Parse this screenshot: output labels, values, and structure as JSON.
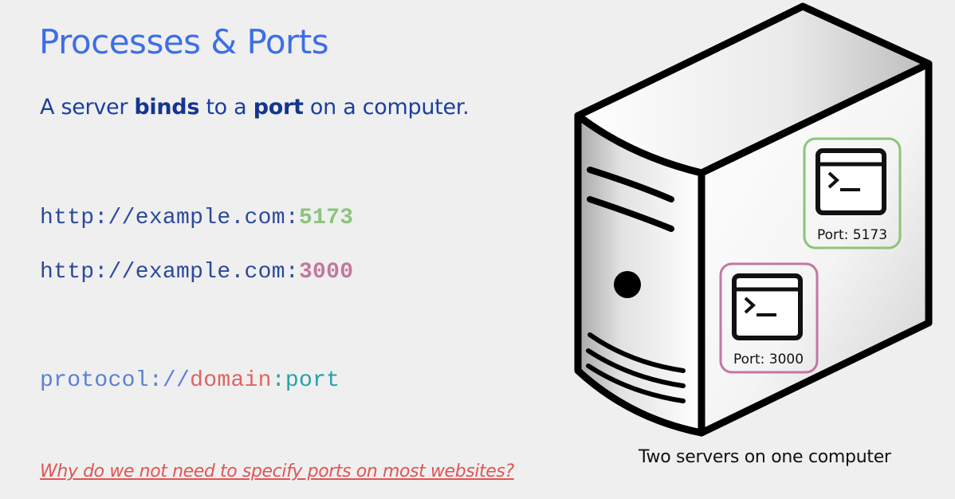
{
  "title": "Processes & Ports",
  "intro": {
    "prefix": "A server ",
    "bold1": "binds",
    "middle": " to a ",
    "bold2": "port",
    "suffix": " on a computer."
  },
  "urls": [
    {
      "base": "http://example.com:",
      "port": "5173"
    },
    {
      "base": "http://example.com:",
      "port": "3000"
    }
  ],
  "pattern": {
    "protocol": "protocol",
    "separator": "://",
    "domain": "domain",
    "colon": ":",
    "port": "port"
  },
  "question": "Why do we not need to specify ports on most websites?",
  "server": {
    "processes": [
      {
        "label": "Port: 5173",
        "icon": "terminal-icon",
        "color": "#8cc47a"
      },
      {
        "label": "Port: 3000",
        "icon": "terminal-icon",
        "color": "#c2789e"
      }
    ],
    "caption": "Two servers on one computer"
  },
  "colors": {
    "title": "#3d6ee8",
    "text": "#1a3f9c",
    "port_green": "#8cc47a",
    "port_pink": "#c2789e",
    "protocol": "#5a7fd6",
    "domain": "#e06363",
    "port_word": "#27a0a8",
    "question": "#e05555",
    "background": "#efefef"
  }
}
